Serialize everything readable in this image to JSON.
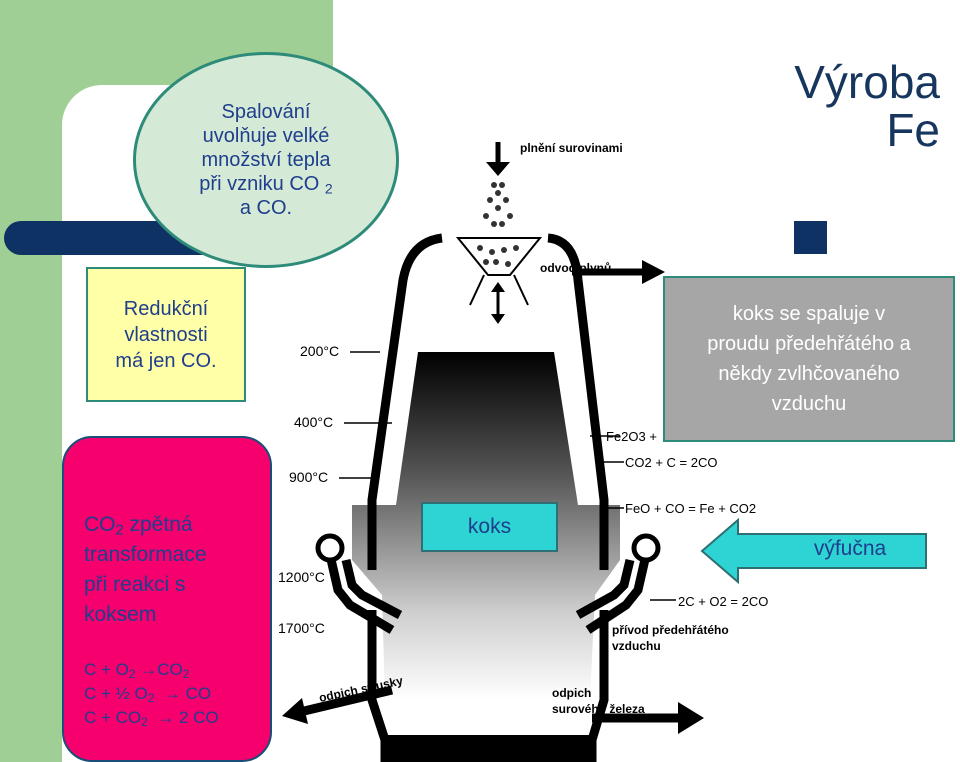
{
  "title": {
    "line1": "Výroba",
    "line2": "Fe"
  },
  "bubble": {
    "lines": [
      "Spalování",
      "uvolňuje velké",
      "množství tepla",
      "při vzniku CO",
      "a CO."
    ],
    "sub_co2": "2"
  },
  "reduction_box": {
    "lines": [
      "Redukční",
      "vlastnosti",
      "má jen CO."
    ]
  },
  "co2_box": {
    "line1": "CO",
    "line1_sub": "2",
    "line1_rest": " zpětná",
    "line2": "transformace",
    "line3": "při reakci s",
    "line4": "koksem",
    "eq1": "C + O",
    "eq1_sub": "2",
    "eq1_arrow": "→",
    "eq1_res": "CO",
    "eq1_res_sub": "2",
    "eq2": "C + ½ O",
    "eq2_sub": "2",
    "eq2_arrow": "→",
    "eq2_res": " CO",
    "eq3": "C + CO",
    "eq3_sub": "2",
    "eq3_arrow": "→",
    "eq3_res": " 2 CO"
  },
  "gray_box": {
    "lines": [
      "koks se spaluje v",
      "proudu předehřátého a",
      "někdy zvlhčovaného",
      "vzduchu"
    ]
  },
  "koks_label": "koks",
  "vyfucna_label": "výfučna",
  "diagram": {
    "top_label": "plnění surovinami",
    "gas_label": "odvod plynů",
    "temperatures": [
      "200°C",
      "400°C",
      "900°C",
      "1200°C",
      "1700°C"
    ],
    "reaction1": "Fe2O3 +",
    "reaction2": "CO2 + C = 2CO",
    "reaction3": "FeO + CO = Fe + CO2",
    "reaction4": "2C + O2 = 2CO",
    "air_label_1": "přívod předehřátého",
    "air_label_2": "vzduchu",
    "slag_label": "odpich strusky",
    "iron_label_1": "odpich",
    "iron_label_2": "surového železa"
  },
  "colors": {
    "green": "#9fcf94",
    "navy": "#0d3263",
    "pink": "#f6006d",
    "cyan": "#2ed3d3",
    "yellow": "#ffffa8",
    "text_blue": "#1f3e8c"
  }
}
